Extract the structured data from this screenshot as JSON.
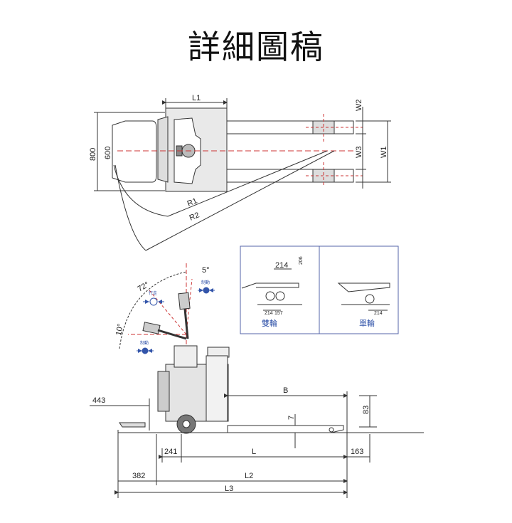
{
  "title": "詳細圖稿",
  "top_view": {
    "dims": {
      "L1": "L1",
      "W2": "W2",
      "W3": "W3",
      "W1": "W1",
      "d800": "800",
      "d600": "600",
      "R1": "R1",
      "R2": "R2"
    }
  },
  "wheel_details": {
    "double": {
      "label": "雙輪",
      "d214": "214",
      "d206": "206",
      "d214b": "214",
      "d157": "157"
    },
    "single": {
      "label": "單輪",
      "d214": "214"
    }
  },
  "side_view": {
    "angles": {
      "a5": "5°",
      "a72": "72°",
      "a10": "10°"
    },
    "small_labels": {
      "brake_top": "制動",
      "travel": "行走",
      "brake_left": "制動"
    },
    "dims": {
      "d443": "443",
      "B": "B",
      "d83": "83",
      "d7": "7",
      "d241": "241",
      "L": "L",
      "d163": "163",
      "d382": "382",
      "L2": "L2",
      "L3": "L3"
    }
  }
}
